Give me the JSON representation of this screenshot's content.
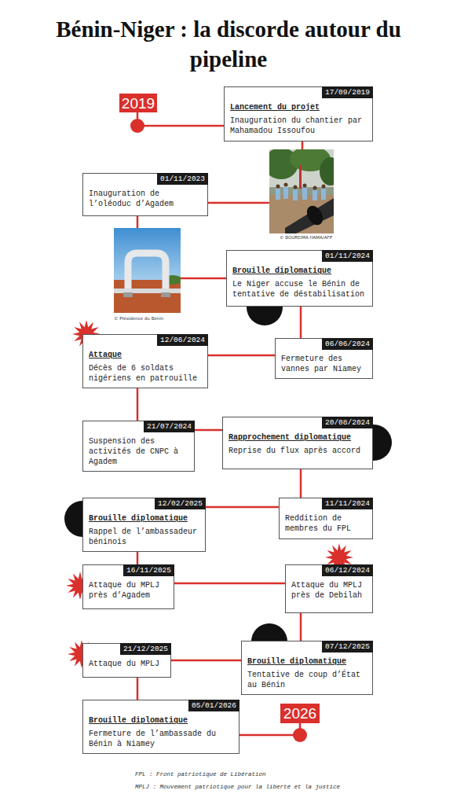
{
  "diagram": {
    "title": "Bénin-Niger : la discorde autour du pipeline",
    "nodes": [
      {
        "text": [
          "2019"
        ]
      },
      {
        "text": [
          "17/09/2019",
          "Lancement du projet",
          "Inauguration du chantier par Mahamadou Issoufou"
        ]
      },
      {
        "text": [
          "01/11/2023",
          "Inauguration de l’oléoduc d’Agadem"
        ]
      },
      {
        "text": [
          "01/11/2024",
          "Brouille diplomatique",
          "Le Niger accuse le Bénin de tentative de déstabilisation"
        ]
      },
      {
        "text": [
          "06/06/2024",
          "Fermeture des vannes par Niamey"
        ]
      },
      {
        "text": [
          "12/06/2024",
          "Attaque",
          "Décès de 6 soldats nigériens en patrouille"
        ]
      },
      {
        "text": [
          "21/07/2024",
          "Suspension des activités de CNPC à Agadem"
        ]
      },
      {
        "text": [
          "20/08/2024",
          "Rapprochement diplomatique",
          "Reprise du flux après accord"
        ]
      },
      {
        "text": [
          "11/11/2024",
          "Reddition de membres du FPL"
        ]
      },
      {
        "text": [
          "12/02/2025",
          "Brouille diplomatique",
          "Rappel de l’ambassadeur béninois"
        ]
      },
      {
        "text": [
          "16/11/2025",
          "Attaque du MPLJ près d’Agadem"
        ]
      },
      {
        "text": [
          "06/12/2024",
          "Attaque du MPLJ près de Debilah"
        ]
      },
      {
        "text": [
          "07/12/2025",
          "Brouille diplomatique",
          "Tentative de coup d’État au Bénin"
        ]
      },
      {
        "text": [
          "21/12/2025",
          "Attaque du MPLJ"
        ]
      },
      {
        "text": [
          "05/01/2026",
          "Brouille diplomatique",
          "Fermeture de l’ambassade du Bénin à Niamey"
        ]
      },
      {
        "text": [
          "2026"
        ]
      }
    ],
    "edges": [
      {
        "from": 0,
        "to": 1,
        "arrow": "none"
      },
      {
        "from": 1,
        "to": 2,
        "arrow": "none"
      },
      {
        "from": 2,
        "to": 3,
        "arrow": "none"
      },
      {
        "from": 3,
        "to": 4,
        "arrow": "none"
      },
      {
        "from": 4,
        "to": 5,
        "arrow": "none"
      },
      {
        "from": 5,
        "to": 6,
        "arrow": "none"
      },
      {
        "from": 6,
        "to": 7,
        "arrow": "none"
      },
      {
        "from": 7,
        "to": 8,
        "arrow": "none"
      },
      {
        "from": 8,
        "to": 9,
        "arrow": "none"
      },
      {
        "from": 9,
        "to": 10,
        "arrow": "none"
      },
      {
        "from": 10,
        "to": 11,
        "arrow": "none"
      },
      {
        "from": 11,
        "to": 12,
        "arrow": "none"
      },
      {
        "from": 12,
        "to": 13,
        "arrow": "none"
      },
      {
        "from": 13,
        "to": 14,
        "arrow": "none"
      },
      {
        "from": 14,
        "to": 15,
        "arrow": "none"
      }
    ],
    "labels": [
      "© BOUREIMA HAMA/AFP",
      "© Présidence du Bénin",
      "FPL : Front patriotique de Libération",
      "MPLJ : Mouvement patriotique pour la liberté et la justice"
    ]
  }
}
